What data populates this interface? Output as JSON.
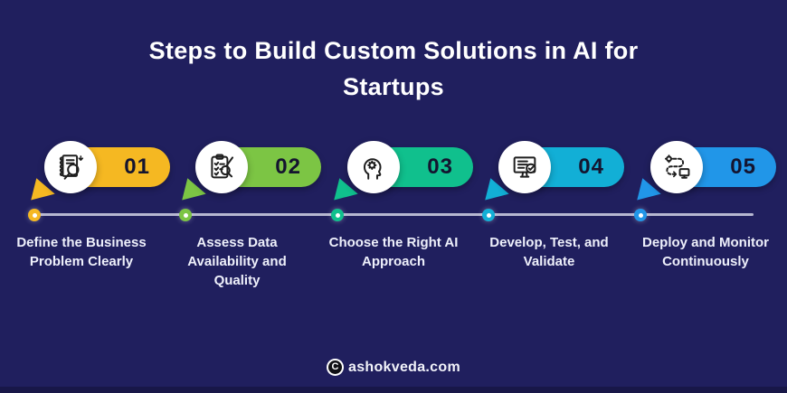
{
  "title": {
    "line1": "Steps to Build Custom Solutions in AI for",
    "line2": "Startups"
  },
  "steps": [
    {
      "number": "01",
      "label": "Define the Business Problem Clearly",
      "color": "#f5b822",
      "icon": "document-search-icon"
    },
    {
      "number": "02",
      "label": "Assess Data Availability and Quality",
      "color": "#7cc544",
      "icon": "clipboard-audit-icon"
    },
    {
      "number": "03",
      "label": "Choose the Right AI Approach",
      "color": "#10c08d",
      "icon": "ai-head-gear-icon"
    },
    {
      "number": "04",
      "label": "Develop, Test, and Validate",
      "color": "#12afd6",
      "icon": "monitor-validate-icon"
    },
    {
      "number": "05",
      "label": "Deploy and Monitor Continuously",
      "color": "#2196e8",
      "icon": "deploy-flow-icon"
    }
  ],
  "footer": {
    "logo_letter": "C",
    "site": "ashokveda.com"
  },
  "colors": {
    "background": "#201f5e",
    "bottom_strip": "#181748",
    "timeline": "#b6b7d0",
    "title_text": "#ffffff",
    "number_text": "#14142f"
  }
}
